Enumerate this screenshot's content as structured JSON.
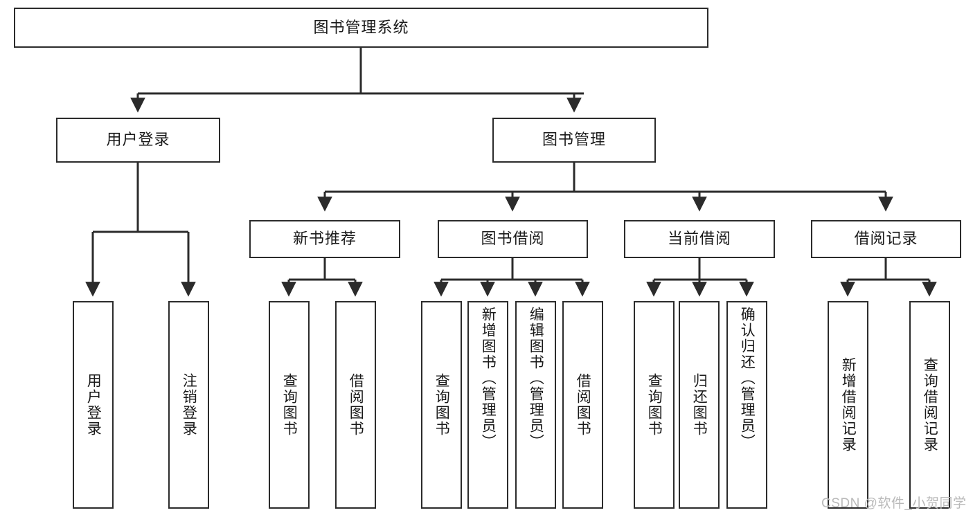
{
  "diagram": {
    "type": "tree-hierarchy",
    "title_node": {
      "id": "root",
      "label": "图书管理系统"
    },
    "level2": [
      {
        "id": "user-login",
        "label": "用户登录"
      },
      {
        "id": "book-manage",
        "label": "图书管理"
      }
    ],
    "level3": [
      {
        "id": "new-book-recommend",
        "label": "新书推荐",
        "parent": "book-manage"
      },
      {
        "id": "book-borrow",
        "label": "图书借阅",
        "parent": "book-manage"
      },
      {
        "id": "current-borrow",
        "label": "当前借阅",
        "parent": "book-manage"
      },
      {
        "id": "borrow-record",
        "label": "借阅记录",
        "parent": "book-manage"
      }
    ],
    "leaves": {
      "user_login": [
        {
          "id": "leaf-user-login",
          "label": "用户登录"
        },
        {
          "id": "leaf-user-logout",
          "label": "注销登录"
        }
      ],
      "new_book_recommend": [
        {
          "id": "leaf-query-book-1",
          "label": "查询图书"
        },
        {
          "id": "leaf-borrow-book-1",
          "label": "借阅图书"
        }
      ],
      "book_borrow": [
        {
          "id": "leaf-query-book-2",
          "label": "查询图书"
        },
        {
          "id": "leaf-add-book",
          "label": "新增图书（管理员）"
        },
        {
          "id": "leaf-edit-book",
          "label": "编辑图书（管理员）"
        },
        {
          "id": "leaf-borrow-book-2",
          "label": "借阅图书"
        }
      ],
      "current_borrow": [
        {
          "id": "leaf-query-book-3",
          "label": "查询图书"
        },
        {
          "id": "leaf-return-book",
          "label": "归还图书"
        },
        {
          "id": "leaf-confirm-return",
          "label": "确认归还（管理员）"
        }
      ],
      "borrow_record": [
        {
          "id": "leaf-add-record",
          "label": "新增借阅记录"
        },
        {
          "id": "leaf-query-record",
          "label": "查询借阅记录"
        }
      ]
    },
    "colors": {
      "stroke": "#2b2b2b",
      "fill": "#ffffff",
      "text": "#1a1a1a",
      "watermark": "#b9b9b9"
    }
  },
  "watermark": {
    "text": "CSDN @软件_小贺同学"
  }
}
